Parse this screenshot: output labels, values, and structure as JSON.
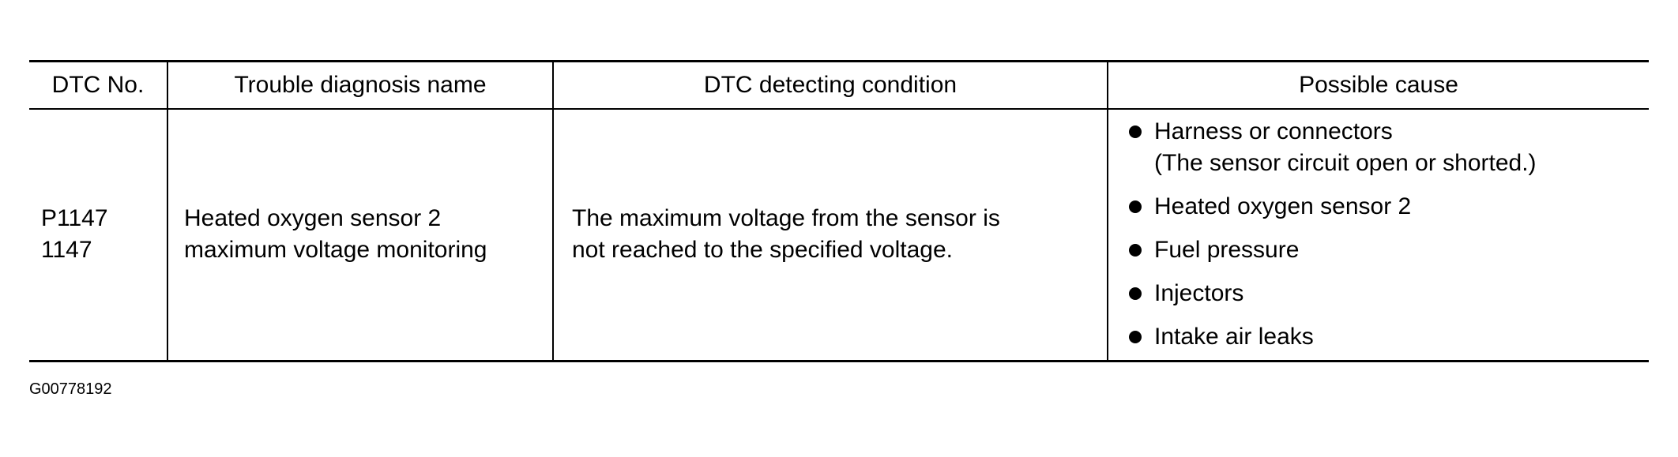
{
  "table": {
    "headers": [
      "DTC No.",
      "Trouble diagnosis name",
      "DTC detecting condition",
      "Possible cause"
    ],
    "row": {
      "dtc_no": [
        "P1147",
        "1147"
      ],
      "diagnosis_name": [
        "Heated oxygen sensor 2",
        "maximum voltage monitoring"
      ],
      "detecting_condition": [
        "The maximum voltage from the sensor is",
        "not reached to the specified voltage."
      ],
      "possible_causes": [
        [
          "Harness or connectors",
          "(The sensor circuit open or shorted.)"
        ],
        [
          "Heated oxygen sensor 2"
        ],
        [
          "Fuel pressure"
        ],
        [
          "Injectors"
        ],
        [
          "Intake air leaks"
        ]
      ]
    }
  },
  "figure_id": "G00778192"
}
